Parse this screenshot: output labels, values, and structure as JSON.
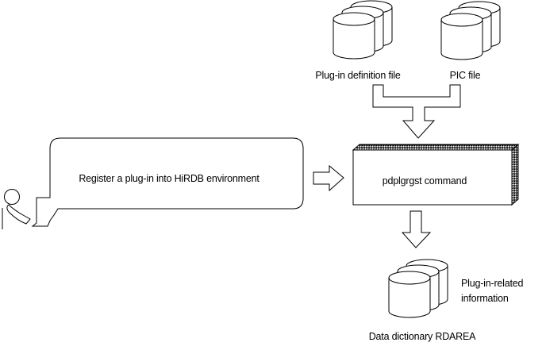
{
  "diagram": {
    "inputs": {
      "plugin_definition_file_label": "Plug-in definition file",
      "pic_file_label": "PIC file"
    },
    "process": {
      "bubble_label": "Register a plug-in into HiRDB environment",
      "command_label": "pdplgrgst command"
    },
    "output": {
      "info_label_line1": "Plug-in-related",
      "info_label_line2": "information",
      "rdarea_label": "Data dictionary RDAREA"
    }
  },
  "icons": {
    "plugin_definition_file": "database-cylinder-stack",
    "pic_file": "database-cylinder-stack",
    "data_dictionary_rdarea": "database-cylinder-stack",
    "operator": "person-at-terminal",
    "merge": "merge-down-block-arrow",
    "flow_right": "block-arrow-right",
    "flow_down": "block-arrow-down",
    "command_box": "3d-box-dotted"
  },
  "colors": {
    "line": "#000000",
    "background": "#ffffff",
    "shape_fill": "#ffffff"
  }
}
